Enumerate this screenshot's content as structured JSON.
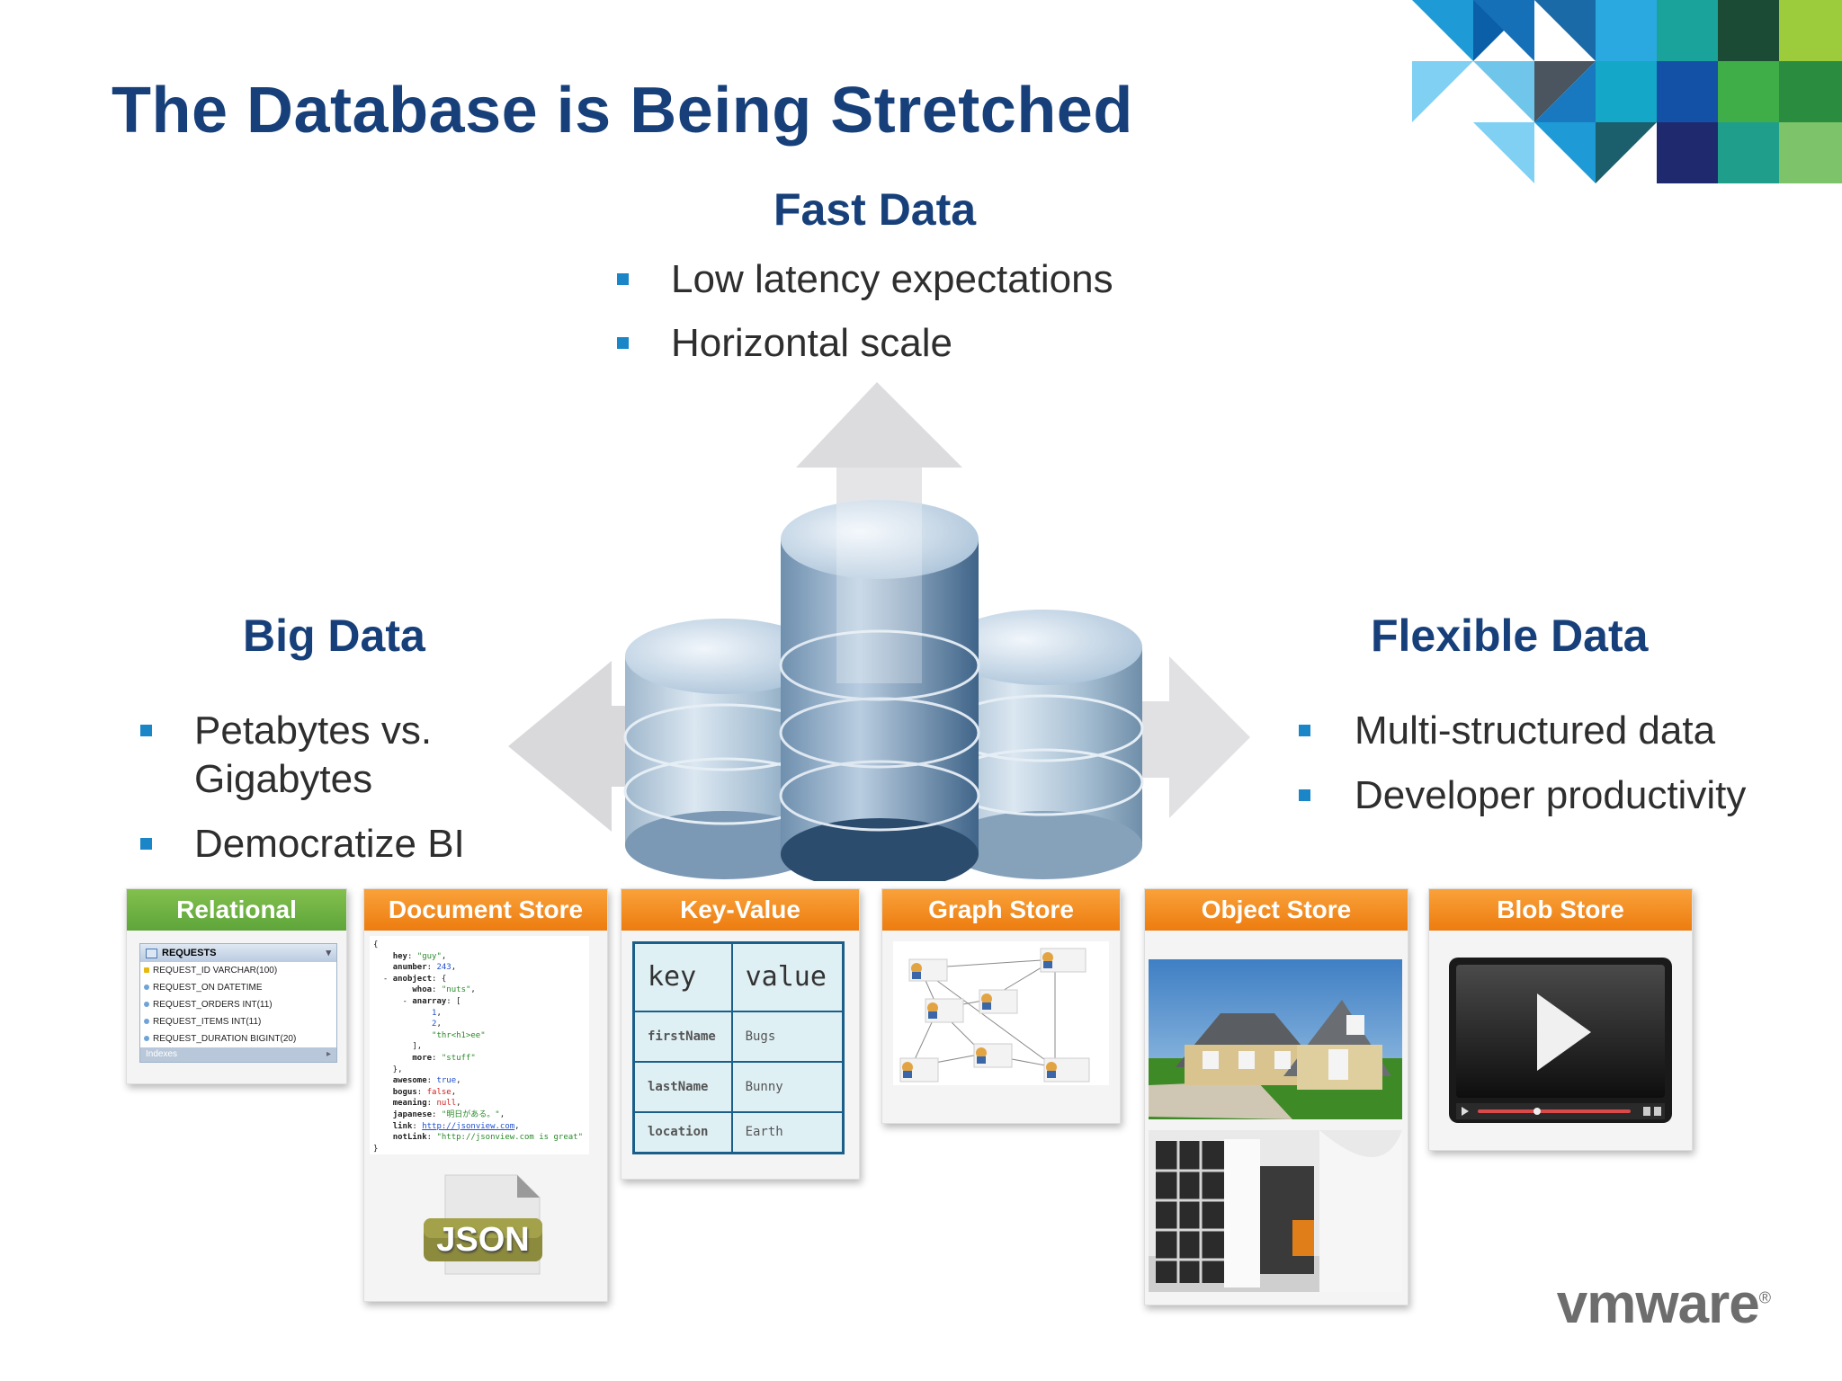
{
  "slide": {
    "title": "The Database is Being Stretched"
  },
  "fast_data": {
    "heading": "Fast Data",
    "bullets": [
      "Low latency expectations",
      "Horizontal scale"
    ]
  },
  "big_data": {
    "heading": "Big Data",
    "bullets": [
      "Petabytes vs. Gigabytes",
      "Democratize BI"
    ]
  },
  "flexible_data": {
    "heading": "Flexible Data",
    "bullets": [
      "Multi-structured data",
      "Developer productivity"
    ]
  },
  "stores": {
    "relational": {
      "label": "Relational",
      "table_name": "REQUESTS",
      "columns": [
        "REQUEST_ID VARCHAR(100)",
        "REQUEST_ON DATETIME",
        "REQUEST_ORDERS INT(11)",
        "REQUEST_ITEMS INT(11)",
        "REQUEST_DURATION BIGINT(20)"
      ],
      "indexes_label": "Indexes"
    },
    "document": {
      "label": "Document Store",
      "badge": "JSON"
    },
    "key_value": {
      "label": "Key-Value",
      "header": [
        "key",
        "value"
      ],
      "rows": [
        [
          "firstName",
          "Bugs"
        ],
        [
          "lastName",
          "Bunny"
        ],
        [
          "location",
          "Earth"
        ]
      ]
    },
    "graph": {
      "label": "Graph Store"
    },
    "object": {
      "label": "Object Store"
    },
    "blob": {
      "label": "Blob Store"
    }
  },
  "footer": {
    "brand_main": "vmware",
    "brand_mark": "®"
  },
  "colors": {
    "title_blue": "#17407a",
    "bullet_blue": "#1a86c8",
    "card_orange": "#f28c1e",
    "card_green": "#6cb043"
  },
  "icons": [
    "database-stack-icon",
    "arrow-up-icon",
    "arrow-left-icon",
    "arrow-right-icon",
    "json-file-icon",
    "video-player-icon",
    "play-icon",
    "house-photo",
    "interior-photo",
    "graph-diagram"
  ]
}
